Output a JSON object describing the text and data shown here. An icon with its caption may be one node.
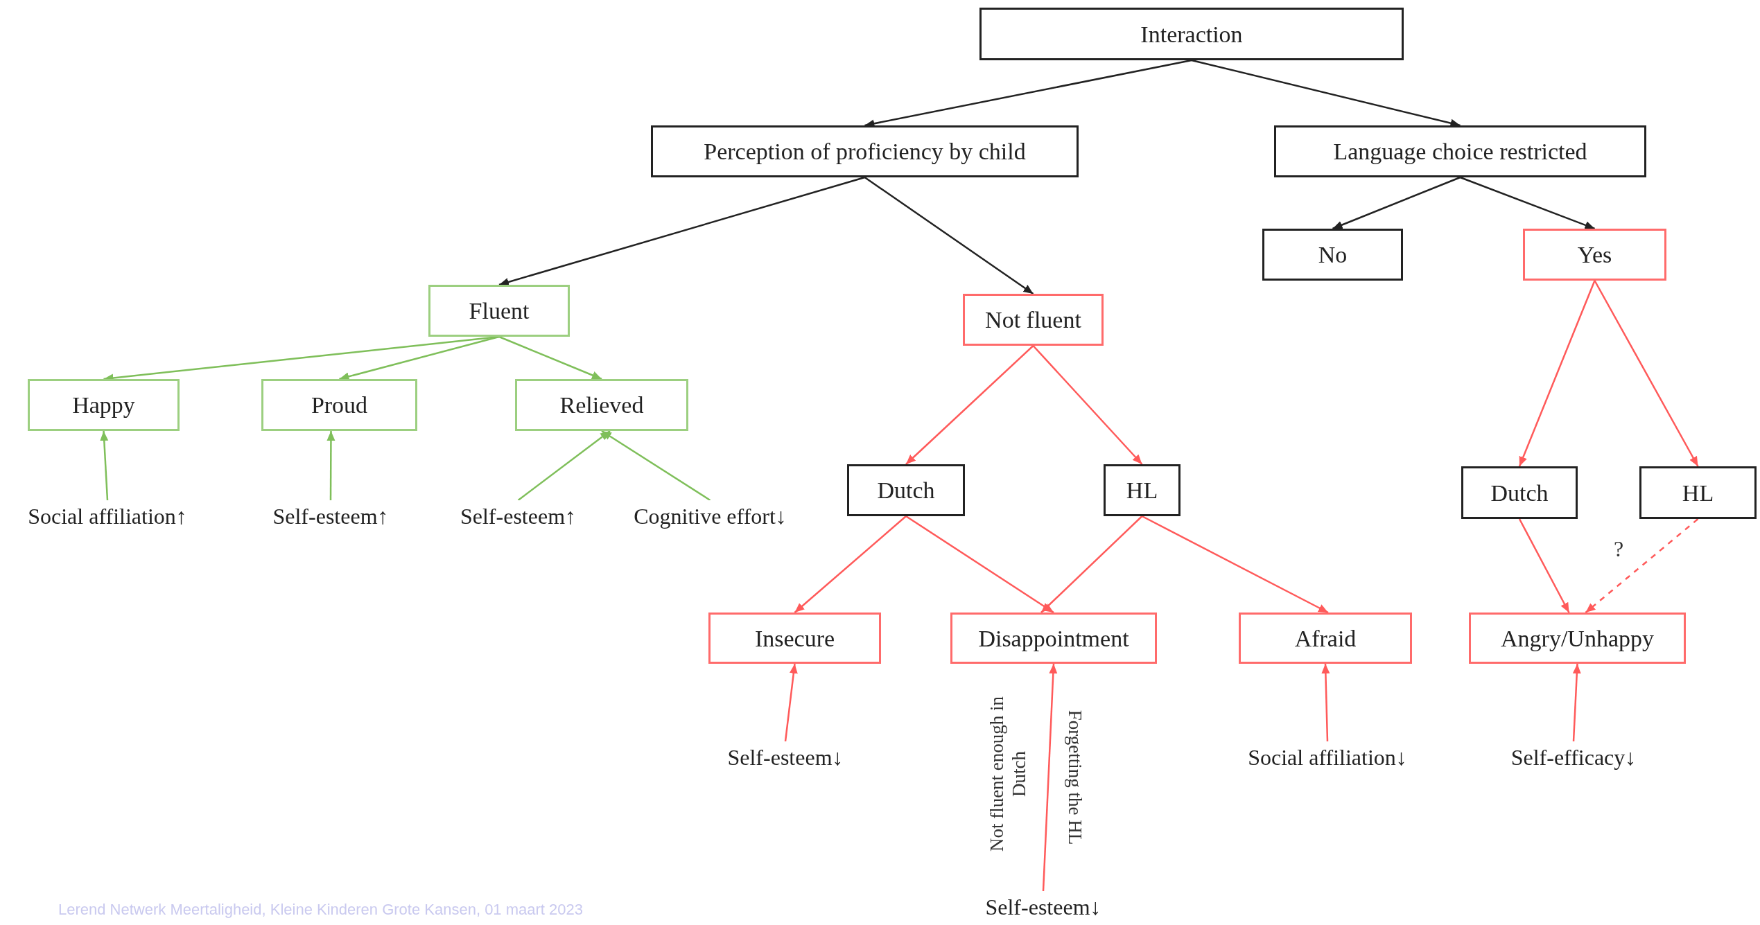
{
  "diagram": {
    "nodes": [
      {
        "text": [
          "Interaction"
        ]
      },
      {
        "text": [
          "Perception of proficiency by child"
        ]
      },
      {
        "text": [
          "Language choice restricted"
        ]
      },
      {
        "text": [
          "Fluent"
        ]
      },
      {
        "text": [
          "Not fluent"
        ]
      },
      {
        "text": [
          "No"
        ]
      },
      {
        "text": [
          "Yes"
        ]
      },
      {
        "text": [
          "Happy"
        ]
      },
      {
        "text": [
          "Proud"
        ]
      },
      {
        "text": [
          "Relieved"
        ]
      },
      {
        "text": [
          "Dutch"
        ]
      },
      {
        "text": [
          "HL"
        ]
      },
      {
        "text": [
          "Dutch"
        ]
      },
      {
        "text": [
          "HL"
        ]
      },
      {
        "text": [
          "Insecure"
        ]
      },
      {
        "text": [
          "Disappointment"
        ]
      },
      {
        "text": [
          "Afraid"
        ]
      },
      {
        "text": [
          "Angry/Unhappy"
        ]
      },
      {
        "text": [
          "Social affiliation↑"
        ]
      },
      {
        "text": [
          "Self-esteem↑"
        ]
      },
      {
        "text": [
          "Self-esteem↑"
        ]
      },
      {
        "text": [
          "Cognitive effort↓"
        ]
      },
      {
        "text": [
          "Self-esteem↓"
        ]
      },
      {
        "text": [
          "Self-esteem↓"
        ]
      },
      {
        "text": [
          "Social affiliation↓"
        ]
      },
      {
        "text": [
          "Self-efficacy↓"
        ]
      }
    ],
    "edges": [
      {
        "from": 0,
        "to": 1,
        "arrow": "to",
        "color": "#222222"
      },
      {
        "from": 0,
        "to": 2,
        "arrow": "to",
        "color": "#222222"
      },
      {
        "from": 1,
        "to": 3,
        "arrow": "to",
        "color": "#222222"
      },
      {
        "from": 1,
        "to": 4,
        "arrow": "to",
        "color": "#222222"
      },
      {
        "from": 2,
        "to": 5,
        "arrow": "to",
        "color": "#222222"
      },
      {
        "from": 2,
        "to": 6,
        "arrow": "to",
        "color": "#222222"
      },
      {
        "from": 3,
        "to": 7,
        "arrow": "to",
        "color": "#7fbf5a"
      },
      {
        "from": 3,
        "to": 8,
        "arrow": "to",
        "color": "#7fbf5a"
      },
      {
        "from": 3,
        "to": 9,
        "arrow": "to",
        "color": "#7fbf5a"
      },
      {
        "from": 4,
        "to": 10,
        "arrow": "to"
      },
      {
        "from": 4,
        "to": 11,
        "arrow": "to"
      },
      {
        "from": 6,
        "to": 12,
        "arrow": "to"
      },
      {
        "from": 6,
        "to": 13,
        "arrow": "to"
      },
      {
        "from": 10,
        "to": 14,
        "arrow": "to"
      },
      {
        "from": 10,
        "to": 15,
        "arrow": "to"
      },
      {
        "from": 11,
        "to": 15,
        "arrow": "to"
      },
      {
        "from": 11,
        "to": 16,
        "arrow": "to"
      },
      {
        "from": 12,
        "to": 17,
        "arrow": "to"
      },
      {
        "from": 13,
        "to": 17,
        "arrow": "to",
        "style": "dashed"
      },
      {
        "from": 18,
        "to": 7,
        "arrow": "to",
        "color": "#7fbf5a"
      },
      {
        "from": 19,
        "to": 8,
        "arrow": "to",
        "color": "#7fbf5a"
      },
      {
        "from": 20,
        "to": 9,
        "arrow": "to",
        "color": "#7fbf5a"
      },
      {
        "from": 21,
        "to": 9,
        "arrow": "to",
        "color": "#7fbf5a"
      },
      {
        "from": 22,
        "to": 14,
        "arrow": "to"
      },
      {
        "from": 23,
        "to": 15,
        "arrow": "to"
      },
      {
        "from": 24,
        "to": 16,
        "arrow": "to"
      },
      {
        "from": 25,
        "to": 17,
        "arrow": "to"
      }
    ],
    "labels": [
      "Not fluent enough in Dutch",
      "Forgetting the HL",
      "?",
      "Lerend Netwerk Meertaligheid, Kleine Kinderen Grote Kansen, 01 maart 2023"
    ]
  }
}
